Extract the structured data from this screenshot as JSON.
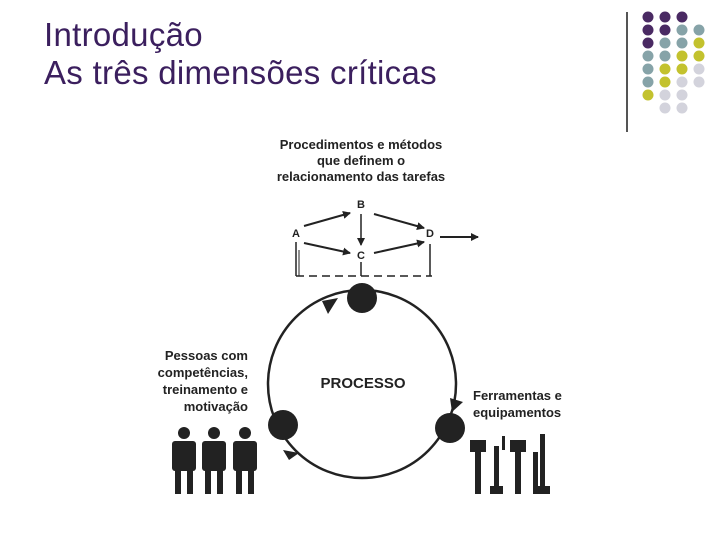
{
  "slide": {
    "title_line1": "Introdução",
    "title_line2": "As três dimensões críticas"
  },
  "diagram": {
    "procedures_label": [
      "Procedimentos e métodos",
      "que definem o",
      "relacionamento das tarefas"
    ],
    "task_nodes": {
      "a": "A",
      "b": "B",
      "c": "C",
      "d": "D"
    },
    "center_label": "PROCESSO",
    "people_label": [
      "Pessoas com",
      "competências,",
      "treinamento e",
      "motivação"
    ],
    "tools_label": [
      "Ferramentas e",
      "equipamentos"
    ]
  },
  "colors": {
    "title": "#3b1f5e",
    "dot_purple": "#4a2a63",
    "dot_teal": "#86a3a8",
    "dot_olive": "#c3c22e",
    "dot_gray": "#d3d3dc"
  }
}
